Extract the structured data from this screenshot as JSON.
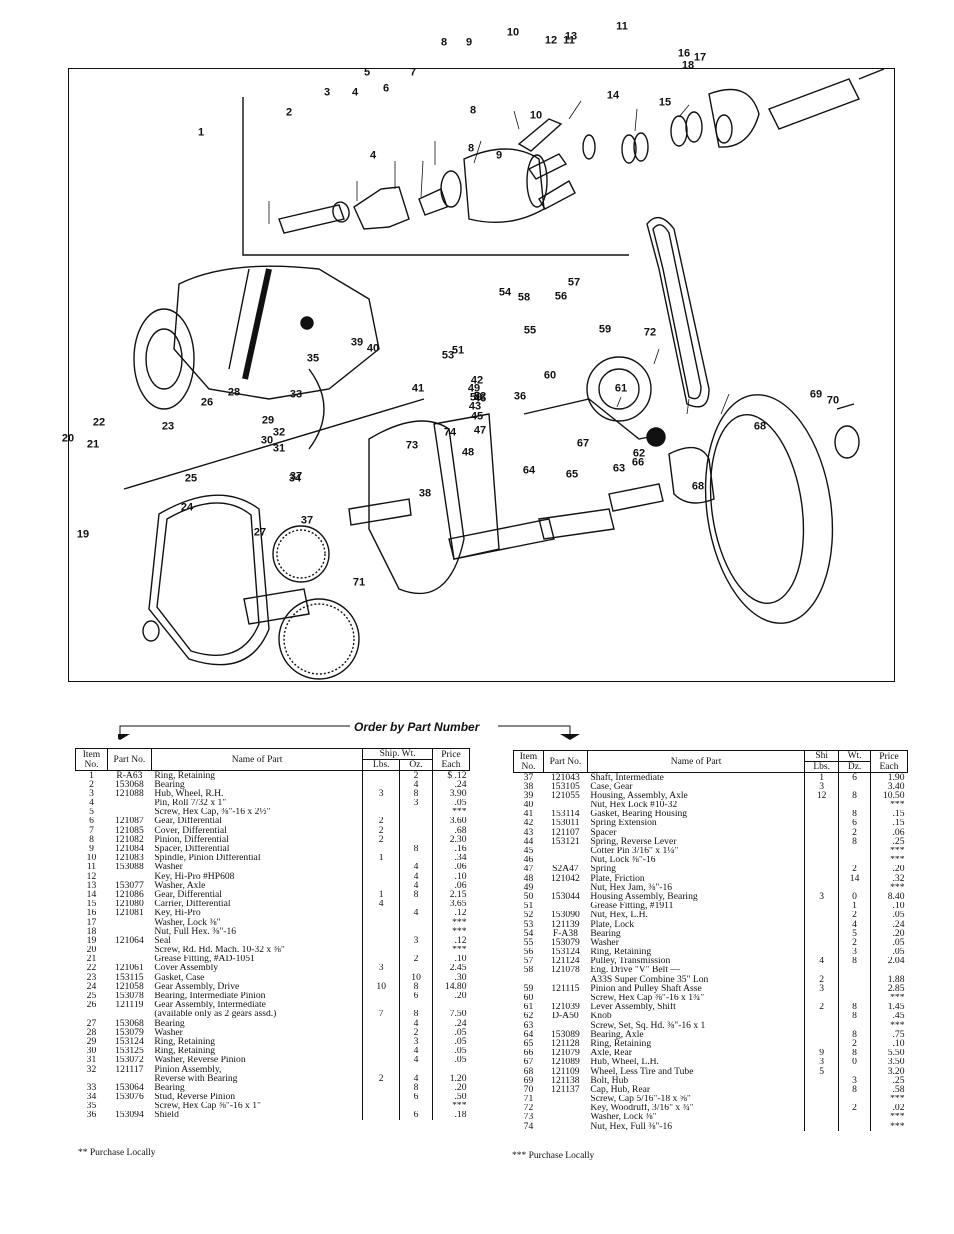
{
  "diagram": {
    "callouts": [
      "1",
      "2",
      "3",
      "4",
      "4",
      "5",
      "6",
      "7",
      "8",
      "8",
      "8",
      "9",
      "9",
      "10",
      "10",
      "11",
      "11",
      "12",
      "13",
      "14",
      "15",
      "16",
      "17",
      "18",
      "19",
      "20",
      "21",
      "22",
      "23",
      "24",
      "25",
      "26",
      "27",
      "28",
      "29",
      "30",
      "31",
      "32",
      "33",
      "34",
      "35",
      "36",
      "37",
      "37",
      "38",
      "39",
      "40",
      "41",
      "42",
      "43",
      "45",
      "46",
      "47",
      "48",
      "49",
      "50",
      "51",
      "52",
      "53",
      "54",
      "55",
      "56",
      "57",
      "58",
      "59",
      "60",
      "61",
      "62",
      "63",
      "64",
      "65",
      "66",
      "67",
      "68",
      "68",
      "69",
      "70",
      "71",
      "72",
      "73",
      "74"
    ]
  },
  "order_caption": "Order by Part Number",
  "headers": {
    "item": "Item No.",
    "part": "Part No.",
    "name": "Name of Part",
    "ship": "Ship. Wt.",
    "lbs": "Lbs.",
    "oz": "Oz.",
    "price": "Price Each"
  },
  "headers_right": {
    "ship": "Shi",
    "wt": "Wt.",
    "lbs": "Lbs.",
    "oz": "Dz."
  },
  "left_rows": [
    [
      "1",
      "R-A63",
      "Ring, Retaining",
      "",
      "2",
      "$ .12"
    ],
    [
      "2",
      "153068",
      "Bearing",
      "",
      "4",
      ".24"
    ],
    [
      "3",
      "121088",
      "Hub, Wheel, R.H.",
      "3",
      "8",
      "3.90"
    ],
    [
      "4",
      "",
      "Pin, Roll 7/32 x 1\"",
      "",
      "3",
      ".05"
    ],
    [
      "5",
      "",
      "Screw, Hex Cap, ⅜\"-16 x 2½\"",
      "",
      "",
      "***"
    ],
    [
      "6",
      "121087",
      "Gear, Differential",
      "2",
      "",
      "3.60"
    ],
    [
      "7",
      "121085",
      "Cover, Differential",
      "2",
      "",
      ".68"
    ],
    [
      "8",
      "121082",
      "Pinion, Differential",
      "2",
      "",
      "2.30"
    ],
    [
      "9",
      "121084",
      "Spacer, Differential",
      "",
      "8",
      ".16"
    ],
    [
      "10",
      "121083",
      "Spindle, Pinion Differential",
      "1",
      "",
      ".34"
    ],
    [
      "11",
      "153088",
      "Washer",
      "",
      "4",
      ".06"
    ],
    [
      "12",
      "",
      "Key, Hi-Pro #HP608",
      "",
      "4",
      ".10"
    ],
    [
      "13",
      "153077",
      "Washer, Axle",
      "",
      "4",
      ".06"
    ],
    [
      "14",
      "121086",
      "Gear, Differential",
      "1",
      "8",
      "2.15"
    ],
    [
      "15",
      "121080",
      "Carrier, Differential",
      "4",
      "",
      "3.65"
    ],
    [
      "16",
      "121081",
      "Key, Hi-Pro",
      "",
      "4",
      ".12"
    ],
    [
      "17",
      "",
      "Washer, Lock ⅜\"",
      "",
      "",
      "***"
    ],
    [
      "18",
      "",
      "Nut, Full Hex. ⅜\"-16",
      "",
      "",
      "***"
    ],
    [
      "19",
      "121064",
      "Seal",
      "",
      "3",
      ".12"
    ],
    [
      "20",
      "",
      "Screw, Rd. Hd. Mach. 10-32 x ⅜\"",
      "",
      "",
      "***"
    ],
    [
      "21",
      "",
      "Grease Fitting, #AD-1051",
      "",
      "2",
      ".10"
    ],
    [
      "22",
      "121061",
      "Cover Assembly",
      "3",
      "",
      "2.45"
    ],
    [
      "23",
      "153115",
      "Gasket, Case",
      "",
      "10",
      ".30"
    ],
    [
      "24",
      "121058",
      "Gear Assembly, Drive",
      "10",
      "8",
      "14.80"
    ],
    [
      "25",
      "153078",
      "Bearing, Intermediate Pinion",
      "",
      "6",
      ".20"
    ],
    [
      "26",
      "121119",
      "Gear Assembly, Intermediate",
      "",
      "",
      ""
    ],
    [
      "",
      "",
      "(available only as 2 gears assd.)",
      "7",
      "8",
      "7.50"
    ],
    [
      "27",
      "153068",
      "Bearing",
      "",
      "4",
      ".24"
    ],
    [
      "28",
      "153079",
      "Washer",
      "",
      "2",
      ".05"
    ],
    [
      "29",
      "153124",
      "Ring, Retaining",
      "",
      "3",
      ".05"
    ],
    [
      "30",
      "153125",
      "Ring, Retaining",
      "",
      "4",
      ".05"
    ],
    [
      "31",
      "153072",
      "Washer, Reverse Pinion",
      "",
      "4",
      ".05"
    ],
    [
      "32",
      "121117",
      "Pinion Assembly,",
      "",
      "",
      ""
    ],
    [
      "",
      "",
      "Reverse with Bearing",
      "2",
      "4",
      "1.20"
    ],
    [
      "33",
      "153064",
      "Bearing",
      "",
      "8",
      ".20"
    ],
    [
      "34",
      "153076",
      "Stud, Reverse Pinion",
      "",
      "6",
      ".50"
    ],
    [
      "35",
      "",
      "Screw, Hex Cap ⅜\"-16 x 1\"",
      "",
      "",
      "***"
    ],
    [
      "36",
      "153094",
      "Shield",
      "",
      "6",
      ".18"
    ]
  ],
  "right_rows": [
    [
      "37",
      "121043",
      "Shaft, Intermediate",
      "1",
      "6",
      "1.90"
    ],
    [
      "38",
      "153105",
      "Case, Gear",
      "3",
      "",
      "3.40"
    ],
    [
      "39",
      "121055",
      "Housing, Assembly, Axle",
      "12",
      "8",
      "10.50"
    ],
    [
      "40",
      "",
      "Nut, Hex Lock #10-32",
      "",
      "",
      "***"
    ],
    [
      "41",
      "153114",
      "Gasket, Bearing Housing",
      "",
      "8",
      ".15"
    ],
    [
      "42",
      "153011",
      "Spring Extension",
      "",
      "6",
      ".15"
    ],
    [
      "43",
      "121107",
      "Spacer",
      "",
      "2",
      ".06"
    ],
    [
      "44",
      "153121",
      "Spring, Reverse Lever",
      "",
      "8",
      ".25"
    ],
    [
      "45",
      "",
      "Cotter Pin 3/16\" x 1¼\"",
      "",
      "",
      "***"
    ],
    [
      "46",
      "",
      "Nut, Lock ⅜\"-16",
      "",
      "",
      "***"
    ],
    [
      "47",
      "S2A47",
      "Spring",
      "",
      "2",
      ".20"
    ],
    [
      "48",
      "121042",
      "Plate, Friction",
      "",
      "14",
      ".32"
    ],
    [
      "49",
      "",
      "Nut, Hex Jam, ⅜\"-16",
      "",
      "",
      "***"
    ],
    [
      "50",
      "153044",
      "Housing Assembly, Bearing",
      "3",
      "0",
      "8.40"
    ],
    [
      "51",
      "",
      "Grease Fitting, #1911",
      "",
      "1",
      ".10"
    ],
    [
      "52",
      "153090",
      "Nut, Hex, L.H.",
      "",
      "2",
      ".05"
    ],
    [
      "53",
      "121139",
      "Plate, Lock",
      "",
      "4",
      ".24"
    ],
    [
      "54",
      "F-A38",
      "Bearing",
      "",
      "5",
      ".20"
    ],
    [
      "55",
      "153079",
      "Washer",
      "",
      "2",
      ".05"
    ],
    [
      "56",
      "153124",
      "Ring, Retaining",
      "",
      "3",
      ".05"
    ],
    [
      "57",
      "121124",
      "Pulley, Transmission",
      "4",
      "8",
      "2.04"
    ],
    [
      "58",
      "121078",
      "Eng. Drive \"V\" Belt —",
      "",
      "",
      ""
    ],
    [
      "",
      "",
      "A33S Super Combine 35\" Lon",
      "2",
      "",
      "1.88"
    ],
    [
      "59",
      "121115",
      "Pinion and Pulley Shaft Asse",
      "3",
      "",
      "2.85"
    ],
    [
      "60",
      "",
      "Screw, Hex Cap ⅜\"-16 x 1¾\"",
      "",
      "",
      "***"
    ],
    [
      "61",
      "121039",
      "Lever Assembly, Shift",
      "2",
      "8",
      "1.45"
    ],
    [
      "62",
      "D-A50",
      "Knob",
      "",
      "8",
      ".45"
    ],
    [
      "63",
      "",
      "Screw, Set, Sq. Hd. ⅜\"-16 x 1",
      "",
      "",
      "***"
    ],
    [
      "64",
      "153089",
      "Bearing, Axle",
      "",
      "8",
      ".75"
    ],
    [
      "65",
      "121128",
      "Ring, Retaining",
      "",
      "2",
      ".10"
    ],
    [
      "66",
      "121079",
      "Axle, Rear",
      "9",
      "8",
      "5.50"
    ],
    [
      "67",
      "121089",
      "Hub, Wheel, L.H.",
      "3",
      "0",
      "3.50"
    ],
    [
      "68",
      "121109",
      "Wheel, Less Tire and Tube",
      "5",
      "",
      "3.20"
    ],
    [
      "69",
      "121138",
      "Bolt, Hub",
      "",
      "3",
      ".25"
    ],
    [
      "70",
      "121137",
      "Cap, Hub, Rear",
      "",
      "8",
      ".58"
    ],
    [
      "71",
      "",
      "Screw, Cap 5/16\"-18 x ⅝\"",
      "",
      "",
      "***"
    ],
    [
      "72",
      "",
      "Key, Woodruff, 3/16\" x ¾\"",
      "",
      "2",
      ".02"
    ],
    [
      "73",
      "",
      "Washer, Lock ⅜\"",
      "",
      "",
      "***"
    ],
    [
      "74",
      "",
      "Nut, Hex, Full ⅜\"-16",
      "",
      "",
      "***"
    ]
  ],
  "footnote_left": "** Purchase Locally",
  "footnote_right": "*** Purchase Locally"
}
